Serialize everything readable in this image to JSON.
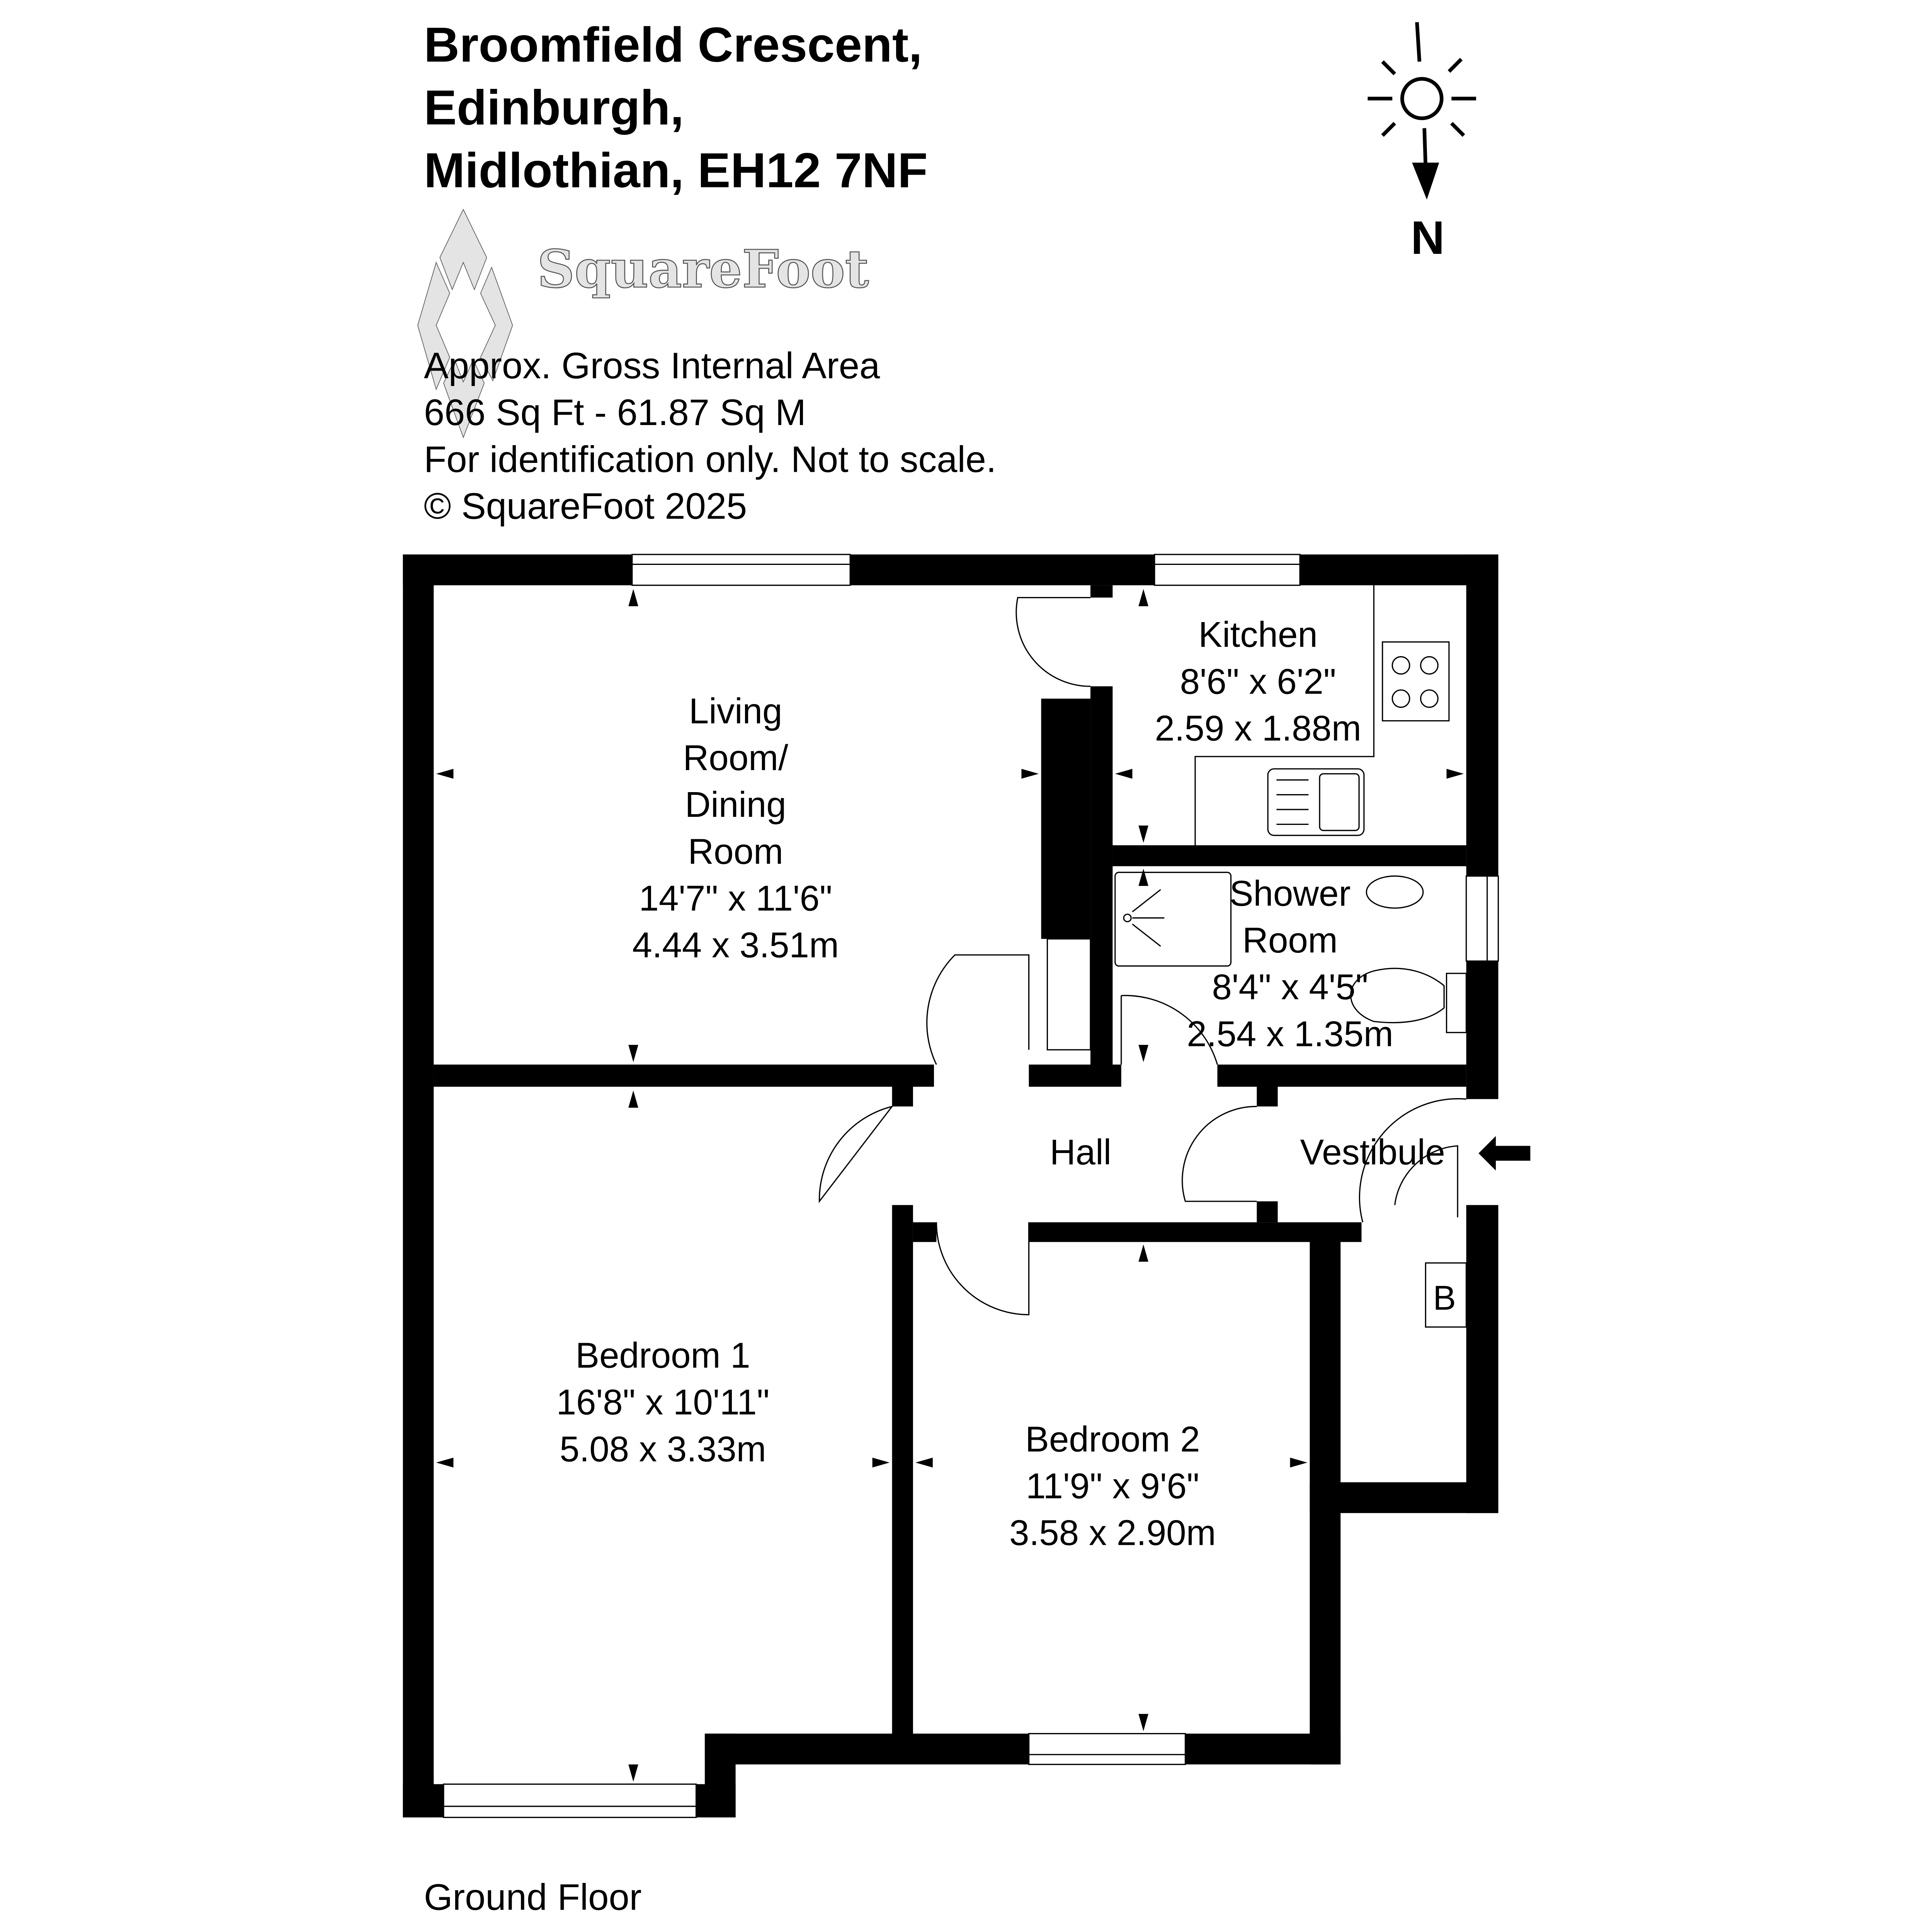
{
  "header": {
    "address_line1": "Broomfield Crescent,",
    "address_line2": "Edinburgh,",
    "address_line3": "Midlothian, EH12 7NF"
  },
  "logo": {
    "text": "SquareFoot"
  },
  "info": {
    "line1": "Approx. Gross Internal Area",
    "line2": "666 Sq Ft  -  61.87 Sq M",
    "line3": "For identification only. Not to scale.",
    "line4": "© SquareFoot 2025"
  },
  "compass": {
    "label": "N"
  },
  "rooms": {
    "living": {
      "name1": "Living",
      "name2": "Room/",
      "name3": "Dining",
      "name4": "Room",
      "imperial": "14'7\" x 11'6\"",
      "metric": "4.44 x 3.51m"
    },
    "kitchen": {
      "name": "Kitchen",
      "imperial": "8'6\" x 6'2\"",
      "metric": "2.59 x 1.88m"
    },
    "shower": {
      "name1": "Shower",
      "name2": "Room",
      "imperial": "8'4\" x 4'5\"",
      "metric": "2.54 x 1.35m"
    },
    "hall": {
      "name": "Hall"
    },
    "vestibule": {
      "name": "Vestibule"
    },
    "bedroom1": {
      "name": "Bedroom 1",
      "imperial": "16'8\" x 10'11\"",
      "metric": "5.08 x 3.33m"
    },
    "bedroom2": {
      "name": "Bedroom 2",
      "imperial": "11'9\" x 9'6\"",
      "metric": "3.58 x 2.90m"
    },
    "boiler": {
      "label": "B"
    }
  },
  "footer": {
    "floor_label": "Ground Floor"
  }
}
